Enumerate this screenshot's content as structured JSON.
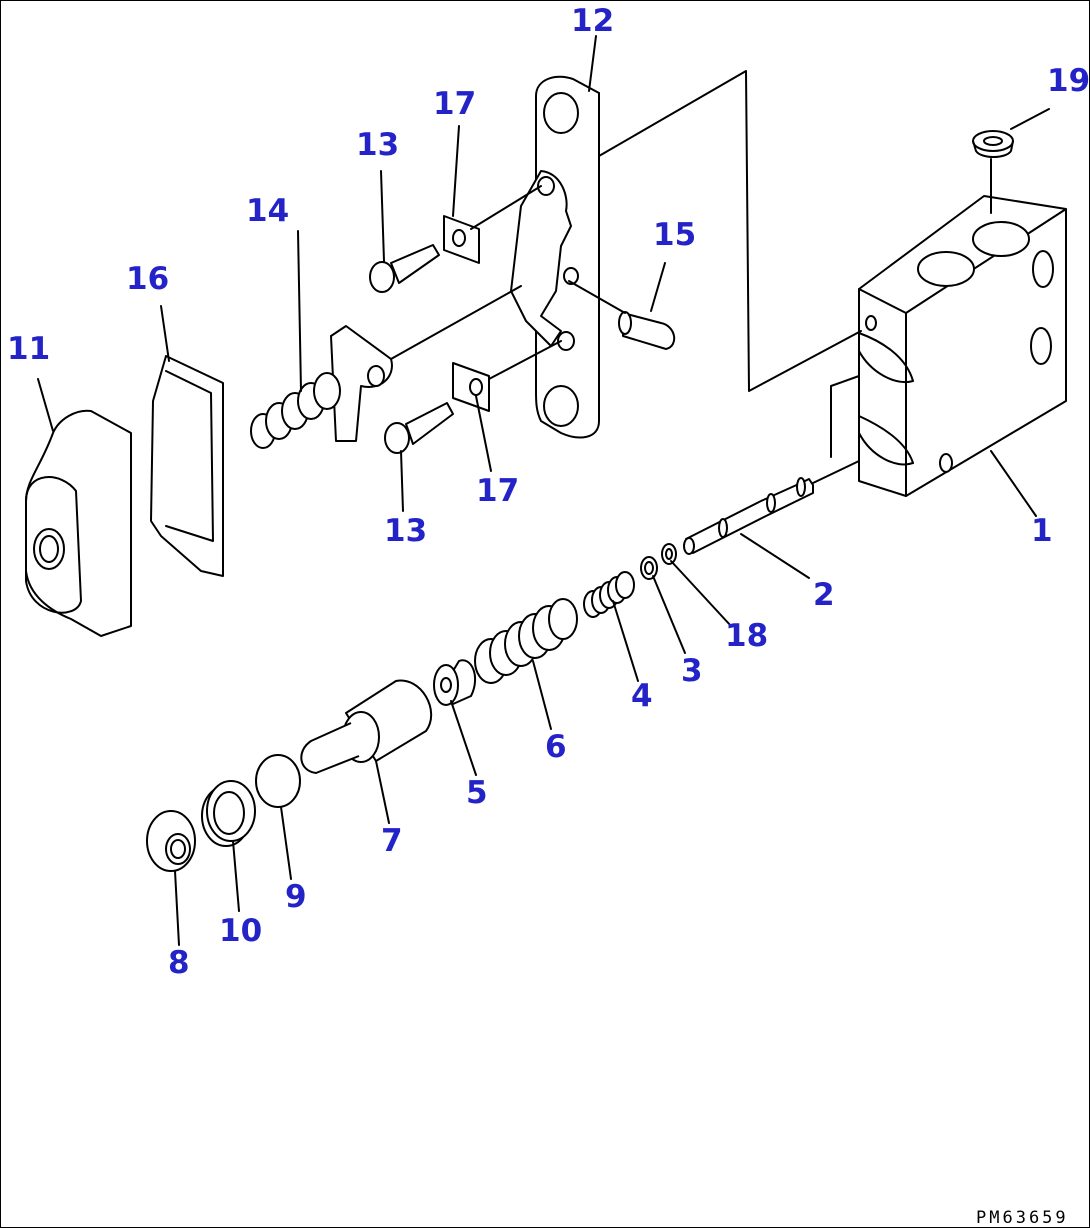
{
  "diagram": {
    "labels": [
      {
        "id": "1",
        "text": "1"
      },
      {
        "id": "2",
        "text": "2"
      },
      {
        "id": "3",
        "text": "3"
      },
      {
        "id": "4",
        "text": "4"
      },
      {
        "id": "5",
        "text": "5"
      },
      {
        "id": "6",
        "text": "6"
      },
      {
        "id": "7",
        "text": "7"
      },
      {
        "id": "8",
        "text": "8"
      },
      {
        "id": "9",
        "text": "9"
      },
      {
        "id": "10",
        "text": "10"
      },
      {
        "id": "11",
        "text": "11"
      },
      {
        "id": "12",
        "text": "12"
      },
      {
        "id": "13a",
        "text": "13"
      },
      {
        "id": "13b",
        "text": "13"
      },
      {
        "id": "14",
        "text": "14"
      },
      {
        "id": "15",
        "text": "15"
      },
      {
        "id": "16",
        "text": "16"
      },
      {
        "id": "17a",
        "text": "17"
      },
      {
        "id": "17b",
        "text": "17"
      },
      {
        "id": "18",
        "text": "18"
      },
      {
        "id": "19",
        "text": "19"
      }
    ],
    "reference_code": "PM63659",
    "colors": {
      "label": "#2323c8",
      "line": "#000000"
    }
  }
}
